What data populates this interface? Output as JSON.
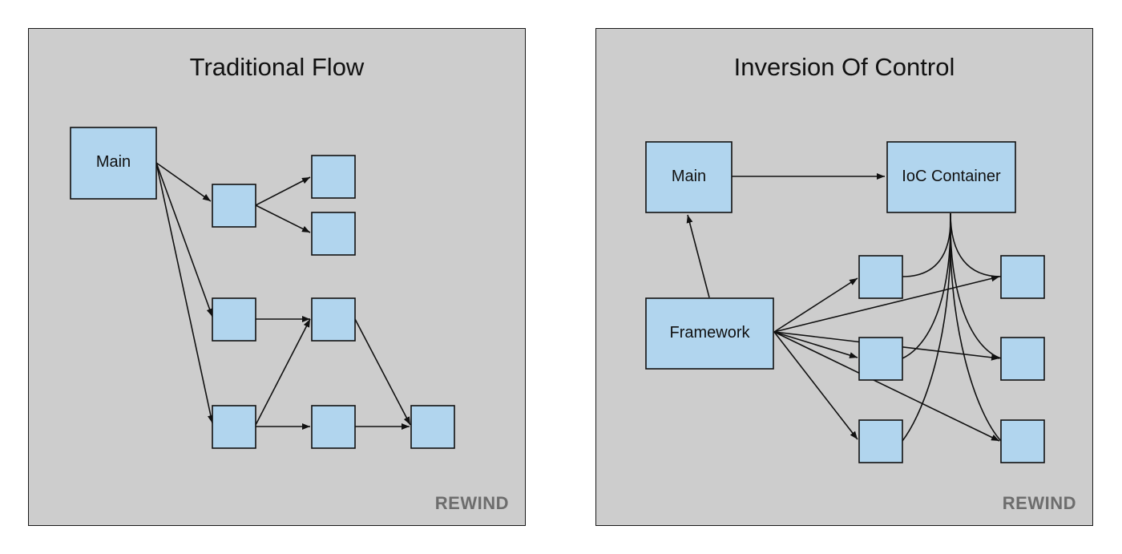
{
  "left": {
    "title": "Traditional Flow",
    "main_label": "Main",
    "watermark": "REWIND"
  },
  "right": {
    "title": "Inversion Of Control",
    "main_label": "Main",
    "container_label": "IoC Container",
    "framework_label": "Framework",
    "watermark": "REWIND"
  },
  "colors": {
    "panel_bg": "#cdcdcd",
    "box_fill": "#b1d5ee",
    "stroke": "#111111",
    "watermark": "#6d6d6d"
  }
}
